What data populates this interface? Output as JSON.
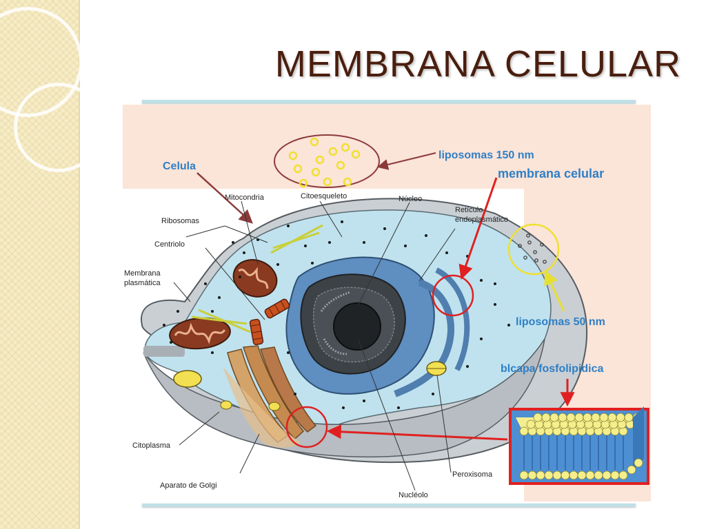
{
  "slide": {
    "title": "MEMBRANA CELULAR"
  },
  "labels": {
    "celula": "Celula",
    "liposomas_150": "liposomas 150 nm",
    "membrana_celular": "membrana celular",
    "liposomas_50": "liposomas 50 nm",
    "bicapa": "blcapa fosfolipidica"
  },
  "cell_parts": {
    "mitocondria": "Mitocondria",
    "citoesqueleto": "Citoesqueleto",
    "nucleo": "Núcleo",
    "reticulo_1": "Retículo",
    "reticulo_2": "endoplasmático",
    "ribosomas": "Ribosomas",
    "centriolo": "Centriolo",
    "membrana_1": "Membrana",
    "membrana_2": "plasmática",
    "citoplasma": "Citoplasma",
    "golgi": "Aparato de Golgi",
    "nucleolo": "Nucléolo",
    "peroxisoma": "Peroxisoma"
  },
  "colors": {
    "title": "#4a1e0e",
    "callout_text": "#2f7fc6",
    "highlight": "#e02020",
    "background_panel": "#fbe4d8",
    "cytoplasm": "#bfe2ee",
    "cell_shell": "#c9cfd3"
  }
}
